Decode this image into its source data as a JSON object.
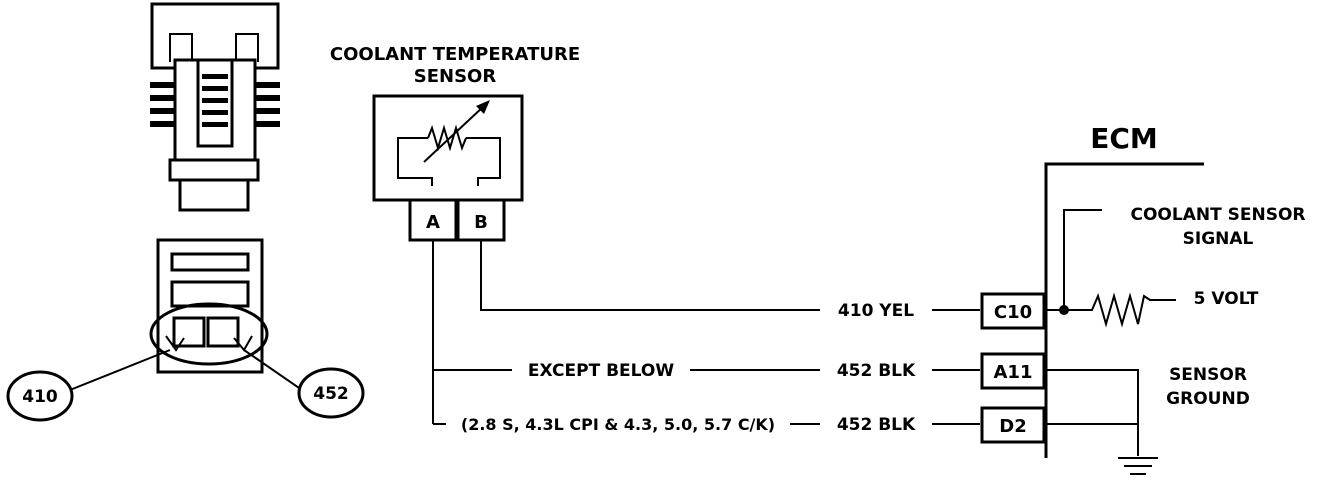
{
  "sensor": {
    "title_line1": "COOLANT TEMPERATURE",
    "title_line2": "SENSOR",
    "pin_a": "A",
    "pin_b": "B"
  },
  "connector": {
    "callout_left": "410",
    "callout_right": "452"
  },
  "wires": {
    "signal_wire": "410 YEL",
    "ground_wire_1": "452 BLK",
    "ground_wire_2": "452 BLK",
    "except_below": "EXCEPT BELOW",
    "engine_note": "(2.8 S, 4.3L CPI & 4.3, 5.0, 5.7 C/K)"
  },
  "ecm": {
    "title": "ECM",
    "pin_c10": "C10",
    "pin_a11": "A11",
    "pin_d2": "D2",
    "signal_line1": "COOLANT SENSOR",
    "signal_line2": "SIGNAL",
    "voltage": "5 VOLT",
    "ground_line1": "SENSOR",
    "ground_line2": "GROUND"
  }
}
